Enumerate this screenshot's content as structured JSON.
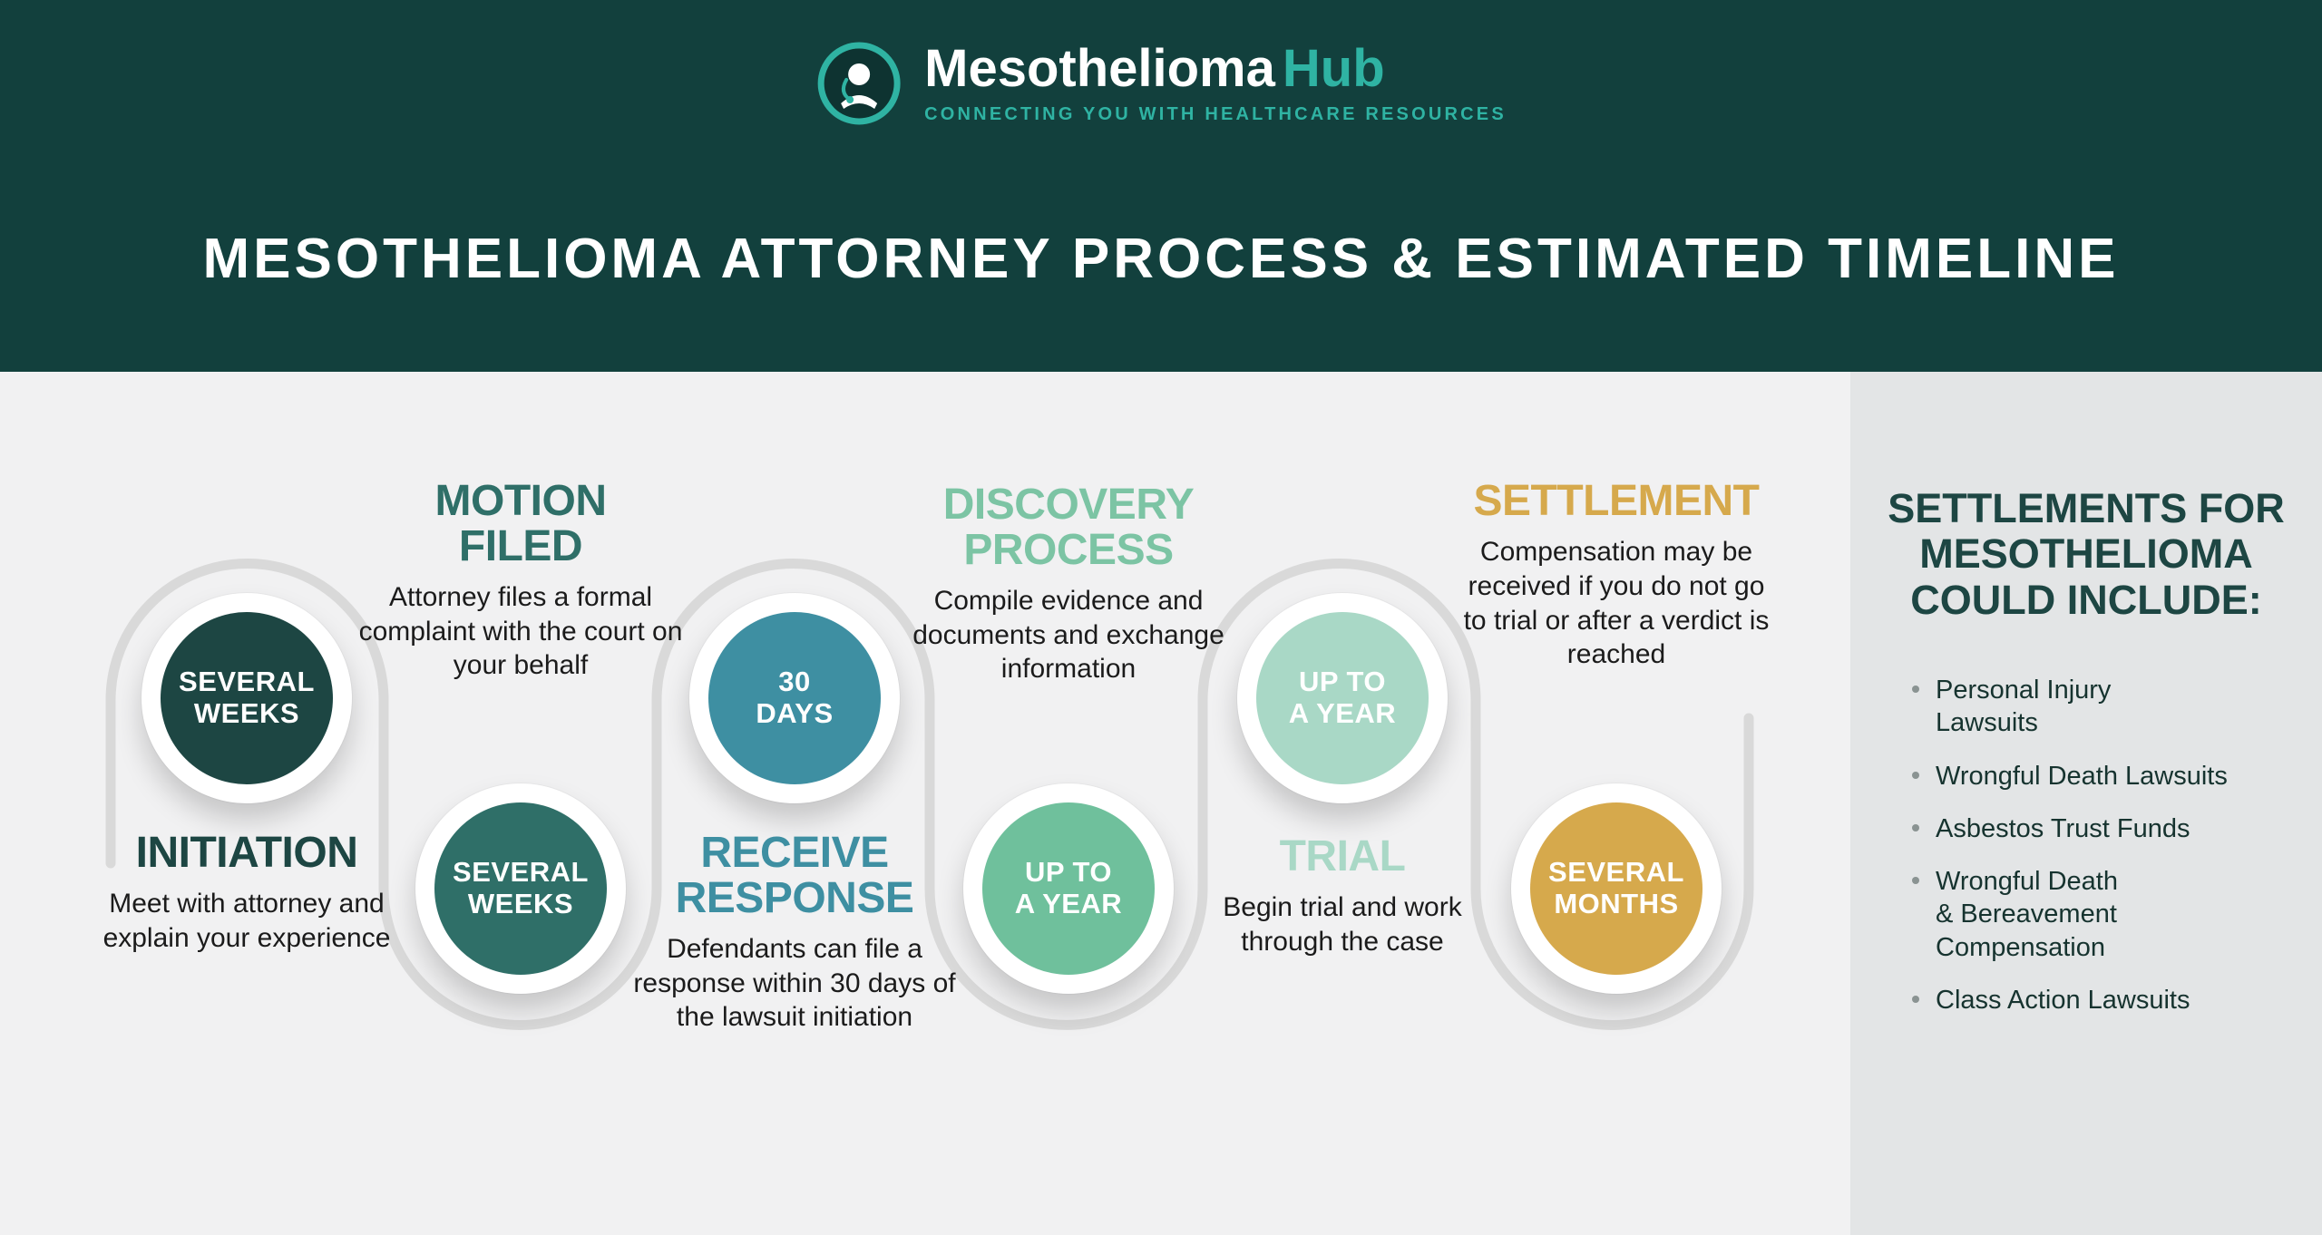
{
  "header": {
    "logo": {
      "brand_primary": "Mesothelioma",
      "brand_accent": "Hub",
      "tagline": "CONNECTING YOU WITH HEALTHCARE RESOURCES"
    },
    "title": "MESOTHELIOMA ATTORNEY PROCESS & ESTIMATED TIMELINE"
  },
  "timeline": {
    "steps": [
      {
        "heading": "INITIATION",
        "badge": [
          "SEVERAL",
          "WEEKS"
        ],
        "description": "Meet with attorney and explain your experience",
        "color": "#1d4643",
        "badge_color": "#1d4643"
      },
      {
        "heading": [
          "MOTION",
          "FILED"
        ],
        "badge": [
          "SEVERAL",
          "WEEKS"
        ],
        "description": "Attorney files a formal complaint with the court on your behalf",
        "color": "#2f6f68",
        "badge_color": "#2f6f68"
      },
      {
        "heading": [
          "RECEIVE",
          "RESPONSE"
        ],
        "badge": [
          "30",
          "DAYS"
        ],
        "description": "Defendants can file a response within 30 days of the lawsuit initiation",
        "color": "#3e8fa2",
        "badge_color": "#3e8fa2"
      },
      {
        "heading": [
          "DISCOVERY",
          "PROCESS"
        ],
        "badge": [
          "UP TO",
          "A YEAR"
        ],
        "description": "Compile evidence and documents and exchange information",
        "color": "#7cc4a4",
        "badge_color": "#6fc09c"
      },
      {
        "heading": "TRIAL",
        "badge": [
          "UP TO",
          "A YEAR"
        ],
        "description": "Begin trial and work through the case",
        "color": "#a9d8c6",
        "badge_color": "#a9d8c6"
      },
      {
        "heading": "SETTLEMENT",
        "badge": [
          "SEVERAL",
          "MONTHS"
        ],
        "description": "Compensation may be received if you do not go to trial or after a verdict is reached",
        "color": "#d6a94c",
        "badge_color": "#d6a94c"
      }
    ]
  },
  "sidebar": {
    "heading": [
      "SETTLEMENTS FOR",
      "MESOTHELIOMA",
      "COULD INCLUDE:"
    ],
    "items": [
      "Personal Injury\nLawsuits",
      "Wrongful Death Lawsuits",
      "Asbestos Trust Funds",
      "Wrongful Death\n& Bereavement\nCompensation",
      "Class Action Lawsuits"
    ]
  },
  "colors": {
    "header_bg": "#12403d",
    "canvas_bg": "#f1f1f2",
    "panel_bg": "#e3e5e6",
    "accent_teal": "#2fb3a3",
    "timeline_line": "#d9d9d9",
    "text_dark": "#1b1b1b"
  }
}
